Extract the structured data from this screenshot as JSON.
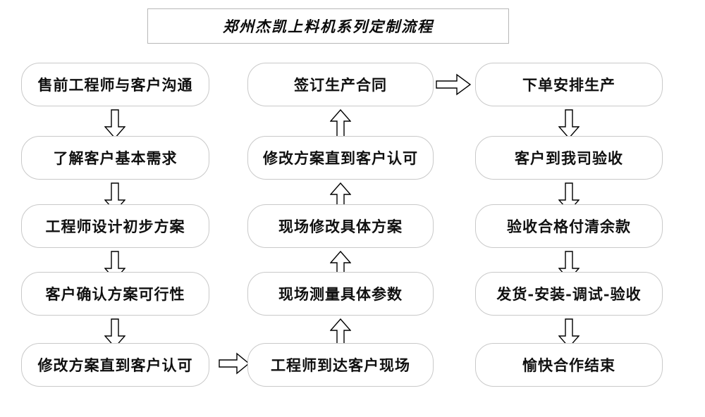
{
  "title": {
    "text": "郑州杰凯上料机系列定制流程"
  },
  "columns": {
    "left": {
      "name": "pre-sales-column",
      "nodes": [
        {
          "id": "node-pre-sales-communication",
          "label": "售前工程师与客户沟通"
        },
        {
          "id": "node-understand-basic-needs",
          "label": "了解客户基本需求"
        },
        {
          "id": "node-engineer-initial-plan",
          "label": "工程师设计初步方案"
        },
        {
          "id": "node-customer-confirm-feasibility",
          "label": "客户确认方案可行性"
        },
        {
          "id": "node-revise-until-approved-left",
          "label": "修改方案直到客户认可"
        }
      ]
    },
    "middle": {
      "name": "on-site-column",
      "nodes": [
        {
          "id": "node-sign-production-contract",
          "label": "签订生产合同"
        },
        {
          "id": "node-revise-until-approved-middle",
          "label": "修改方案直到客户认可"
        },
        {
          "id": "node-on-site-revise-plan",
          "label": "现场修改具体方案"
        },
        {
          "id": "node-on-site-measure-params",
          "label": "现场测量具体参数"
        },
        {
          "id": "node-engineer-arrives-on-site",
          "label": "工程师到达客户现场"
        }
      ]
    },
    "right": {
      "name": "production-column",
      "nodes": [
        {
          "id": "node-place-order-schedule-production",
          "label": "下单安排生产"
        },
        {
          "id": "node-customer-inspection-at-factory",
          "label": "客户到我司验收"
        },
        {
          "id": "node-pay-balance-after-acceptance",
          "label": "验收合格付清余款"
        },
        {
          "id": "node-ship-install-debug-accept",
          "label": "发货-安装-调试-验收"
        },
        {
          "id": "node-happy-cooperation-end",
          "label": "愉快合作结束"
        }
      ]
    }
  },
  "connectors": [
    {
      "id": "arrow-left-1",
      "direction": "down",
      "from": "node-pre-sales-communication",
      "to": "node-understand-basic-needs"
    },
    {
      "id": "arrow-left-2",
      "direction": "down",
      "from": "node-understand-basic-needs",
      "to": "node-engineer-initial-plan"
    },
    {
      "id": "arrow-left-3",
      "direction": "down",
      "from": "node-engineer-initial-plan",
      "to": "node-customer-confirm-feasibility"
    },
    {
      "id": "arrow-left-4",
      "direction": "down",
      "from": "node-customer-confirm-feasibility",
      "to": "node-revise-until-approved-left"
    },
    {
      "id": "arrow-left-to-middle",
      "direction": "right",
      "from": "node-revise-until-approved-left",
      "to": "node-engineer-arrives-on-site"
    },
    {
      "id": "arrow-middle-1",
      "direction": "up",
      "from": "node-engineer-arrives-on-site",
      "to": "node-on-site-measure-params"
    },
    {
      "id": "arrow-middle-2",
      "direction": "up",
      "from": "node-on-site-measure-params",
      "to": "node-on-site-revise-plan"
    },
    {
      "id": "arrow-middle-3",
      "direction": "up",
      "from": "node-on-site-revise-plan",
      "to": "node-revise-until-approved-middle"
    },
    {
      "id": "arrow-middle-4",
      "direction": "up",
      "from": "node-revise-until-approved-middle",
      "to": "node-sign-production-contract"
    },
    {
      "id": "arrow-middle-to-right",
      "direction": "right",
      "from": "node-sign-production-contract",
      "to": "node-place-order-schedule-production"
    },
    {
      "id": "arrow-right-1",
      "direction": "down",
      "from": "node-place-order-schedule-production",
      "to": "node-customer-inspection-at-factory"
    },
    {
      "id": "arrow-right-2",
      "direction": "down",
      "from": "node-customer-inspection-at-factory",
      "to": "node-pay-balance-after-acceptance"
    },
    {
      "id": "arrow-right-3",
      "direction": "down",
      "from": "node-pay-balance-after-acceptance",
      "to": "node-ship-install-debug-accept"
    },
    {
      "id": "arrow-right-4",
      "direction": "down",
      "from": "node-ship-install-debug-accept",
      "to": "node-happy-cooperation-end"
    }
  ],
  "colors": {
    "background": "#ffffff",
    "node_border": "#c9c9c9",
    "title_border": "#b7b7b7",
    "text": "#101010",
    "arrow_stroke": "#000000",
    "arrow_fill": "#ffffff"
  }
}
